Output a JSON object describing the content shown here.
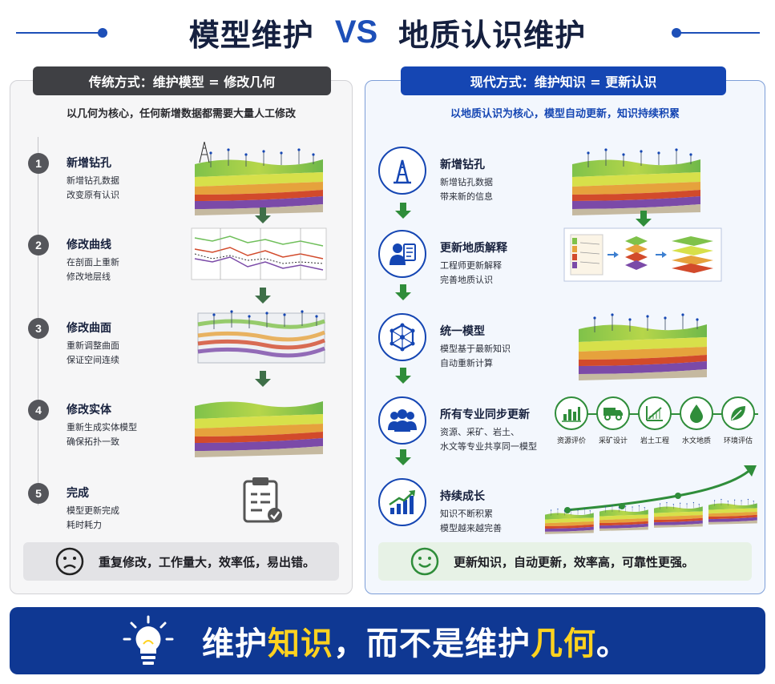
{
  "header": {
    "title_left": "模型维护",
    "title_vs": "VS",
    "title_right": "地质认识维护"
  },
  "left": {
    "tag": "传统方式：维护模型 = 修改几何",
    "subtitle": "以几何为核心，任何新增数据都需要大量人工修改",
    "steps": [
      {
        "num": "1",
        "title": "新增钻孔",
        "desc": [
          "新增钻孔数据",
          "改变原有认识"
        ]
      },
      {
        "num": "2",
        "title": "修改曲线",
        "desc": [
          "在剖面上重新",
          "修改地层线"
        ]
      },
      {
        "num": "3",
        "title": "修改曲面",
        "desc": [
          "重新调整曲面",
          "保证空间连续"
        ]
      },
      {
        "num": "4",
        "title": "修改实体",
        "desc": [
          "重新生成实体模型",
          "确保拓扑一致"
        ]
      },
      {
        "num": "5",
        "title": "完成",
        "desc": [
          "模型更新完成",
          "耗时耗力"
        ]
      }
    ],
    "summary": "重复修改，工作量大，效率低，易出错。"
  },
  "right": {
    "tag": "现代方式：维护知识 = 更新认识",
    "subtitle": "以地质认识为核心，模型自动更新，知识持续积累",
    "steps": [
      {
        "title": "新增钻孔",
        "icon": "drilling-rig-icon",
        "desc": [
          "新增钻孔数据",
          "带来新的信息"
        ]
      },
      {
        "title": "更新地质解释",
        "icon": "engineer-icon",
        "desc": [
          "工程师更新解释",
          "完善地质认识"
        ]
      },
      {
        "title": "统一模型",
        "icon": "cube-network-icon",
        "desc": [
          "模型基于最新知识",
          "自动重新计算"
        ]
      },
      {
        "title": "所有专业同步更新",
        "icon": "team-icon",
        "desc": [
          "资源、采矿、岩土、",
          "水文等专业共享同一模型"
        ]
      },
      {
        "title": "持续成长",
        "icon": "growth-chart-icon",
        "desc": [
          "知识不断积累",
          "模型越来越完善"
        ]
      }
    ],
    "disciplines": [
      {
        "label": "资源评价",
        "icon": "bar-chart-icon"
      },
      {
        "label": "采矿设计",
        "icon": "truck-icon"
      },
      {
        "label": "岩土工程",
        "icon": "slope-chart-icon"
      },
      {
        "label": "水文地质",
        "icon": "water-drop-icon"
      },
      {
        "label": "环境评估",
        "icon": "leaf-icon"
      }
    ],
    "summary": "更新知识，自动更新，效率高，可靠性更强。"
  },
  "banner": {
    "part1": "维护",
    "part2": "知识",
    "part3": "，而不是维护",
    "part4": "几何",
    "part5": "。"
  },
  "colors": {
    "primary_blue": "#1546b3",
    "dark_gray": "#3f4044",
    "green": "#2f8d3a",
    "highlight_yellow": "#ffd21f",
    "banner_blue": "#0f3893"
  }
}
